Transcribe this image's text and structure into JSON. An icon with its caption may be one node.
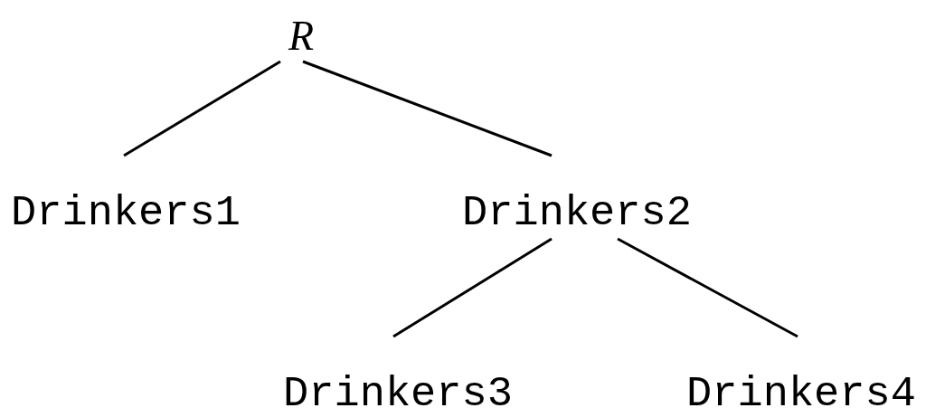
{
  "diagram": {
    "nodes": [
      {
        "text": [
          "R"
        ]
      },
      {
        "text": [
          "Drinkers1"
        ]
      },
      {
        "text": [
          "Drinkers2"
        ]
      },
      {
        "text": [
          "Drinkers3"
        ]
      },
      {
        "text": [
          "Drinkers4"
        ]
      }
    ],
    "edges": [
      {
        "from": 0,
        "to": 1,
        "arrow": "none"
      },
      {
        "from": 0,
        "to": 2,
        "arrow": "none"
      },
      {
        "from": 2,
        "to": 3,
        "arrow": "none"
      },
      {
        "from": 2,
        "to": 4,
        "arrow": "none"
      }
    ]
  }
}
